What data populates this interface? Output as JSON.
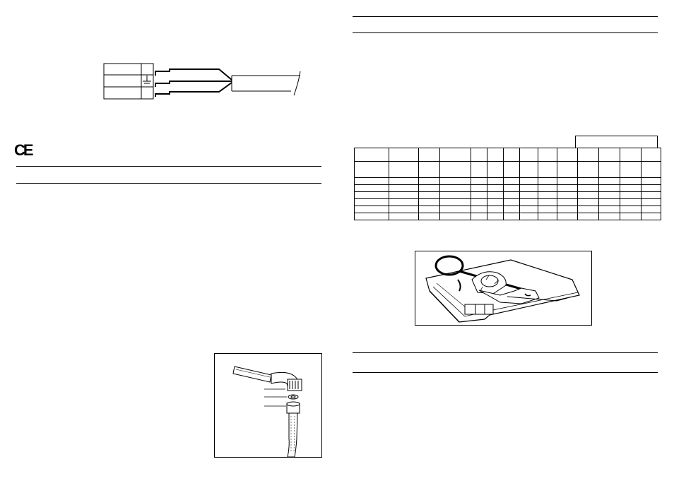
{
  "left_page": {
    "ce_mark": "CE"
  },
  "figures": {
    "wiring_diagram": "terminal-block-cable-diagram",
    "gas_fitting": "gas-hose-elbow-fitting",
    "burner_tray": "burner-plate-with-ring"
  },
  "spec_table": {
    "columns": 14,
    "rows": 6
  }
}
